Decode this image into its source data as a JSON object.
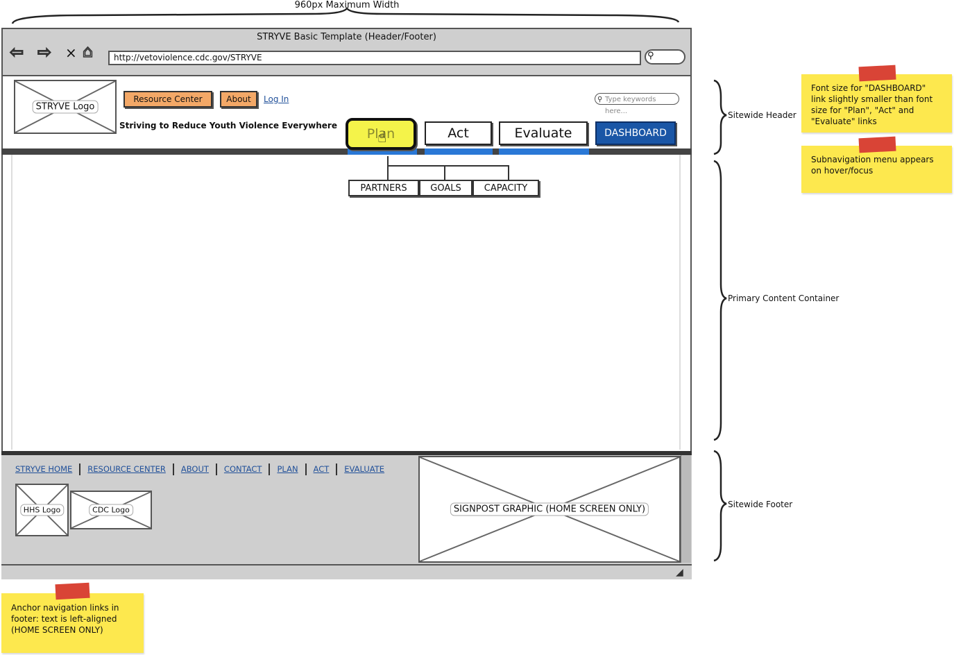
{
  "width_note": "960px Maximum Width",
  "browser": {
    "title": "STRYVE Basic Template (Header/Footer)",
    "url": "http://vetoviolence.cdc.gov/STRYVE"
  },
  "header": {
    "logo_label": "STRYVE Logo",
    "resource_center": "Resource Center",
    "about": "About",
    "login": "Log In",
    "tagline": "Striving to Reduce Youth Violence Everywhere",
    "search_placeholder": "Type keywords here...",
    "tabs": {
      "plan": "Plan",
      "act": "Act",
      "evaluate": "Evaluate",
      "dashboard": "DASHBOARD"
    },
    "subnav": [
      "PARTNERS",
      "GOALS",
      "CAPACITY"
    ]
  },
  "footer": {
    "links": [
      "STRYVE HOME",
      "RESOURCE CENTER",
      "ABOUT",
      "CONTACT",
      "PLAN",
      "ACT",
      "EVALUATE"
    ],
    "hhs_logo": "HHS Logo",
    "cdc_logo": "CDC Logo",
    "signpost": "SIGNPOST GRAPHIC (HOME SCREEN ONLY)"
  },
  "annotations": {
    "header": "Sitewide Header",
    "content": "Primary Content Container",
    "footer": "Sitewide Footer"
  },
  "notes": {
    "font_size": "Font size for \"DASHBOARD\" link slightly smaller than font size for \"Plan\", \"Act\" and \"Evaluate\" links",
    "subnav": "Subnavigation menu appears on hover/focus",
    "anchor_line1": "Anchor navigation links in footer: text is left-aligned",
    "anchor_line2": "(HOME SCREEN ONLY)"
  },
  "colors": {
    "dashboard": "#1a56a6",
    "tab_highlight": "#2a78d6",
    "plan_hover": "#f4f34a",
    "orange_button": "#f3a867",
    "sticky": "#fde84e",
    "tape": "#d94436"
  }
}
